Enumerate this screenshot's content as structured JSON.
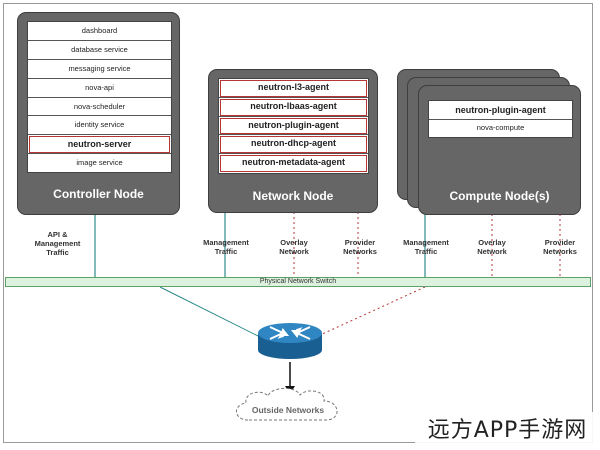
{
  "controller": {
    "title": "Controller Node",
    "services": [
      "dashboard",
      "database service",
      "messaging service",
      "nova-api",
      "nova-scheduler",
      "identity service",
      "neutron-server",
      "image service"
    ],
    "highlighted": "neutron-server"
  },
  "network": {
    "title": "Network Node",
    "services": [
      "neutron-l3-agent",
      "neutron-lbaas-agent",
      "neutron-plugin-agent",
      "neutron-dhcp-agent",
      "neutron-metadata-agent"
    ]
  },
  "compute": {
    "title": "Compute Node(s)",
    "services": [
      "neutron-plugin-agent",
      "nova-compute"
    ]
  },
  "labels": {
    "api_mgmt": "API &\nManagement\nTraffic",
    "mgmt1": "Management\nTraffic",
    "overlay1": "Overlay\nNetwork",
    "provider1": "Provider\nNetworks",
    "mgmt2": "Management\nTraffic",
    "overlay2": "Overlay\nNetwork",
    "provider2": "Provider\nNetworks"
  },
  "switch_label": "Physical Network Switch",
  "cloud_label": "Outside Networks",
  "watermark": "远方APP手游网",
  "colors": {
    "node_fill": "#666666",
    "highlight_border": "#b73535",
    "management_line": "#2e8b8b",
    "switch_fill": "#ddf1df",
    "router": "#1f6fa8"
  }
}
